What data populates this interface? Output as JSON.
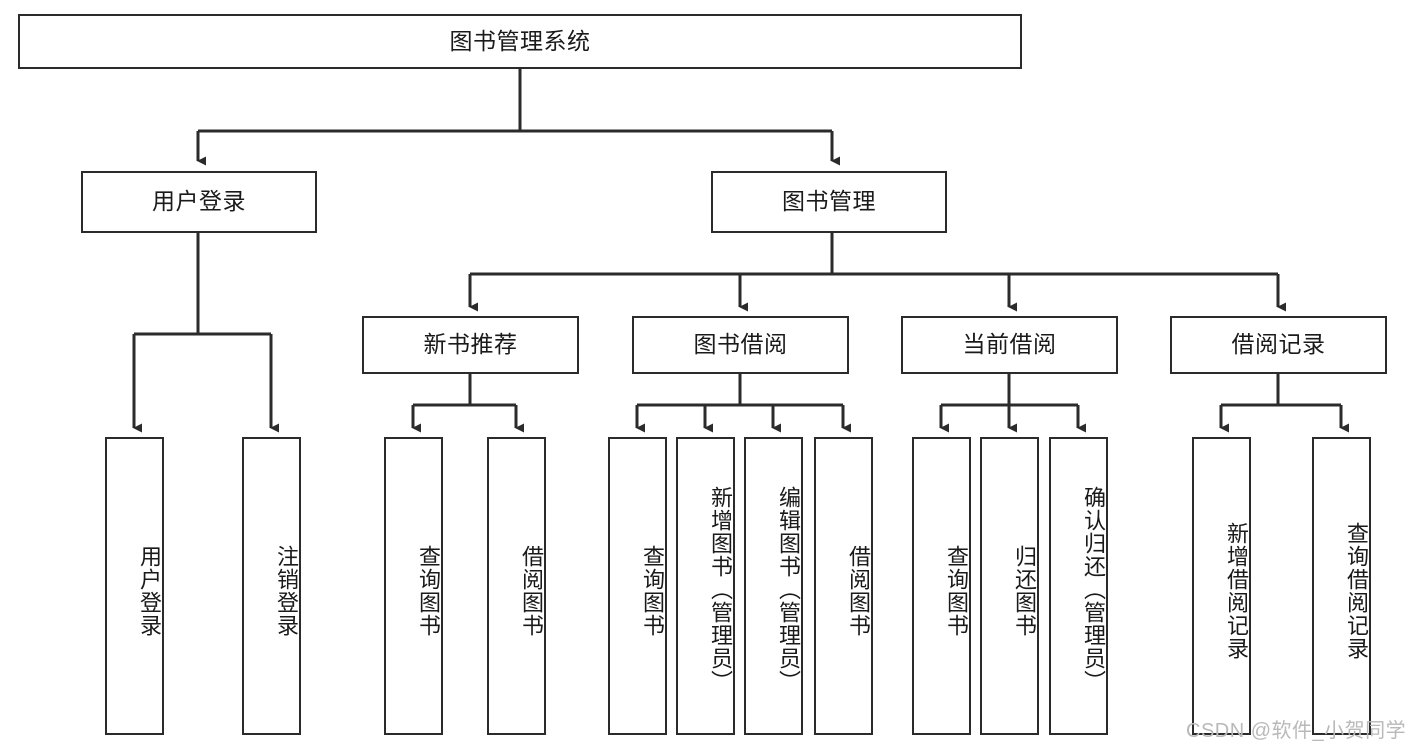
{
  "diagram": {
    "title": "图书管理系统",
    "type": "tree-hierarchy",
    "watermark": "CSDN @软件_小贺同学",
    "stroke_color": "#2b2b2b",
    "text_color": "#1a1a1a",
    "background_color": "#ffffff"
  },
  "nodes": {
    "root": {
      "label": "图书管理系统"
    },
    "level2": [
      {
        "label": "用户登录"
      },
      {
        "label": "图书管理"
      }
    ],
    "level3": [
      {
        "label": "新书推荐"
      },
      {
        "label": "图书借阅"
      },
      {
        "label": "当前借阅"
      },
      {
        "label": "借阅记录"
      }
    ],
    "leaves": {
      "user_login": [
        {
          "label": "用户登录"
        },
        {
          "label": "注销登录"
        }
      ],
      "new_book_recommend": [
        {
          "label": "查询图书"
        },
        {
          "label": "借阅图书"
        }
      ],
      "book_borrow": [
        {
          "label": "查询图书"
        },
        {
          "label": "新增图书（管理员）"
        },
        {
          "label": "编辑图书（管理员）"
        },
        {
          "label": "借阅图书"
        }
      ],
      "current_borrow": [
        {
          "label": "查询图书"
        },
        {
          "label": "归还图书"
        },
        {
          "label": "确认归还（管理员）"
        }
      ],
      "borrow_record": [
        {
          "label": "新增借阅记录"
        },
        {
          "label": "查询借阅记录"
        }
      ]
    }
  }
}
